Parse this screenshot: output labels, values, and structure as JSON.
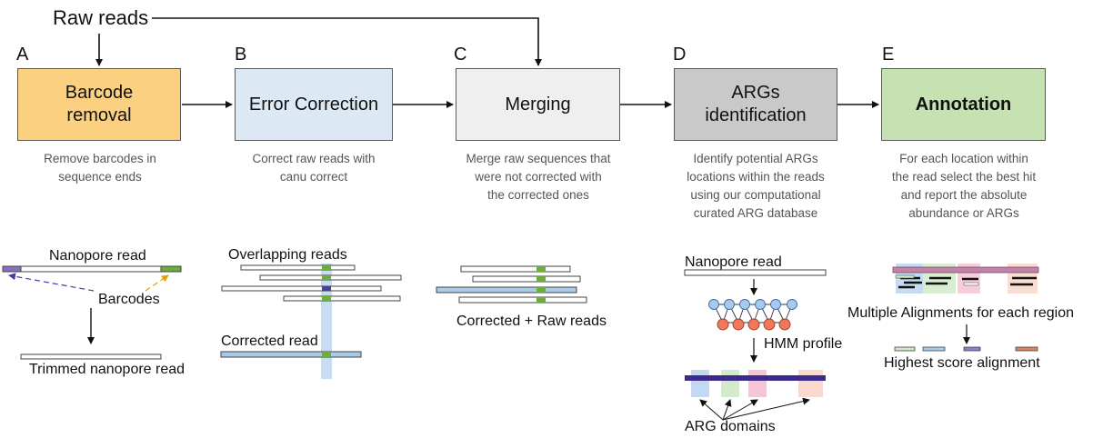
{
  "raw_reads": "Raw reads",
  "steps": [
    {
      "letter": "A",
      "title": "Barcode removal",
      "desc": "Remove barcodes in sequence ends",
      "bg": "#fbd081"
    },
    {
      "letter": "B",
      "title": "Error Correction",
      "desc": "Correct raw reads with canu correct",
      "bg": "#dce9f5"
    },
    {
      "letter": "C",
      "title": "Merging",
      "desc": "Merge raw sequences that were not corrected with the corrected ones",
      "bg": "#efefef"
    },
    {
      "letter": "D",
      "title": "ARGs identification",
      "desc": "Identify potential ARGs locations within the reads using our computational curated ARG database",
      "bg": "#c9c9c9"
    },
    {
      "letter": "E",
      "title": "Annotation",
      "desc": "For each location within the read select the best hit and report the absolute abundance or ARGs",
      "bg": "#c6e2b2"
    }
  ],
  "panel_a": {
    "nanopore_read": "Nanopore read",
    "barcodes": "Barcodes",
    "trimmed": "Trimmed nanopore read"
  },
  "panel_b": {
    "overlapping": "Overlapping reads",
    "corrected": "Corrected read"
  },
  "panel_c": {
    "corrected_raw": "Corrected + Raw reads"
  },
  "panel_d": {
    "nanopore_read": "Nanopore read",
    "hmm": "HMM profile",
    "domains": "ARG domains"
  },
  "panel_e": {
    "multiple": "Multiple Alignments for each region",
    "highest": "Highest score alignment"
  }
}
